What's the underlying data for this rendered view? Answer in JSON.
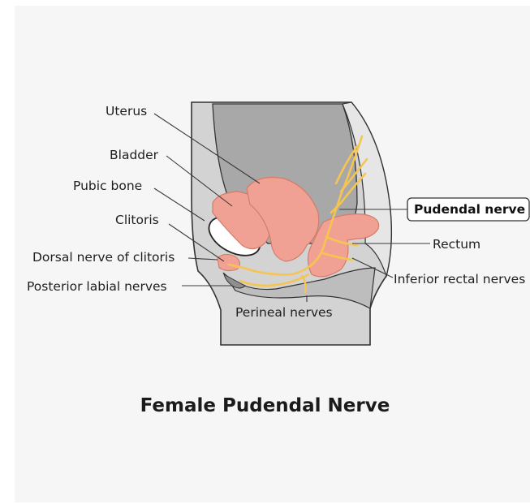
{
  "diagram": {
    "title": "Female Pudendal Nerve",
    "labels": {
      "uterus": "Uterus",
      "bladder": "Bladder",
      "pubic_bone": "Pubic bone",
      "clitoris": "Clitoris",
      "dorsal_nerve": "Dorsal nerve of clitoris",
      "posterior_labial": "Posterior labial nerves",
      "perineal": "Perineal nerves",
      "pudendal": "Pudendal nerve",
      "rectum": "Rectum",
      "inferior_rectal": "Inferior rectal nerves"
    },
    "colors": {
      "organ": "#f0a193",
      "organ_dark": "#e07f6f",
      "nerve": "#f5c453",
      "tissue": "#c9c9c9",
      "cavity": "#a9a9a9"
    }
  }
}
